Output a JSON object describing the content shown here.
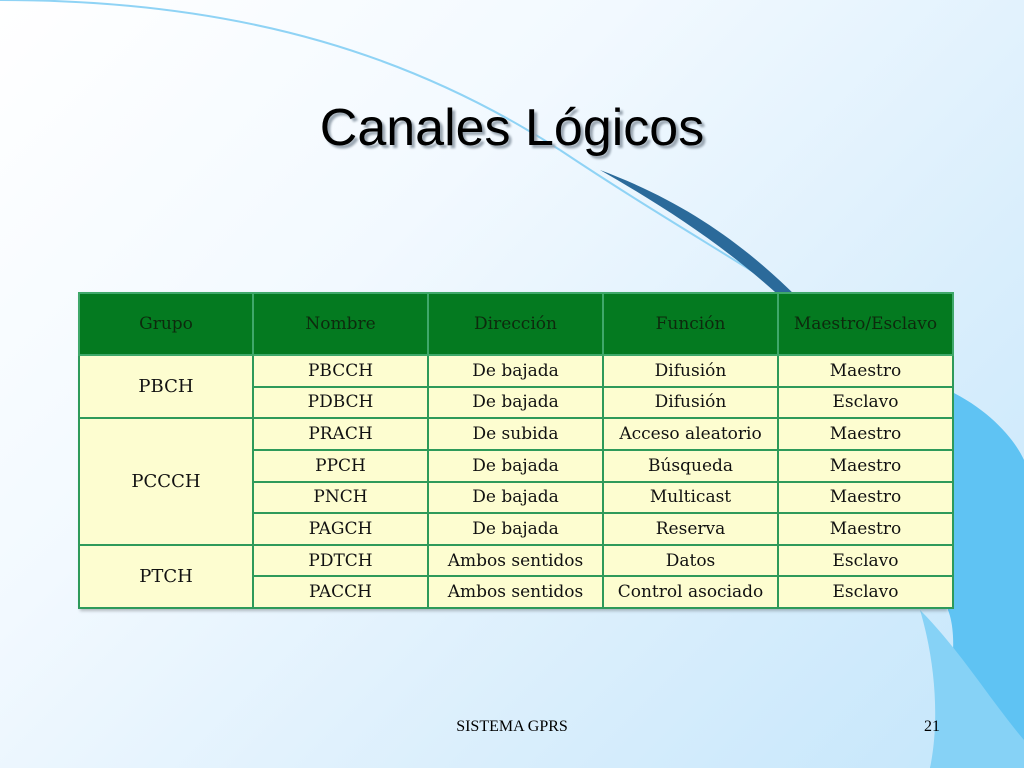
{
  "slide": {
    "title": "Canales Lógicos",
    "footer_text": "SISTEMA GPRS",
    "page_number": "21"
  },
  "colors": {
    "header_bg": "#047a20",
    "cell_bg": "#fdfdd0",
    "border": "#2e9a5a",
    "accent_blue": "#5bc0f0"
  },
  "table": {
    "headers": [
      "Grupo",
      "Nombre",
      "Dirección",
      "Función",
      "Maestro/Esclavo"
    ],
    "groups": [
      {
        "name": "PBCH",
        "rows": [
          {
            "nombre": "PBCCH",
            "direccion": "De bajada",
            "funcion": "Difusión",
            "rol": "Maestro"
          },
          {
            "nombre": "PDBCH",
            "direccion": "De bajada",
            "funcion": "Difusión",
            "rol": "Esclavo"
          }
        ]
      },
      {
        "name": "PCCCH",
        "rows": [
          {
            "nombre": "PRACH",
            "direccion": "De subida",
            "funcion": "Acceso aleatorio",
            "rol": "Maestro"
          },
          {
            "nombre": "PPCH",
            "direccion": "De bajada",
            "funcion": "Búsqueda",
            "rol": "Maestro"
          },
          {
            "nombre": "PNCH",
            "direccion": "De bajada",
            "funcion": "Multicast",
            "rol": "Maestro"
          },
          {
            "nombre": "PAGCH",
            "direccion": "De bajada",
            "funcion": "Reserva",
            "rol": "Maestro"
          }
        ]
      },
      {
        "name": "PTCH",
        "rows": [
          {
            "nombre": "PDTCH",
            "direccion": "Ambos sentidos",
            "funcion": "Datos",
            "rol": "Esclavo"
          },
          {
            "nombre": "PACCH",
            "direccion": "Ambos sentidos",
            "funcion": "Control asociado",
            "rol": "Esclavo"
          }
        ]
      }
    ]
  }
}
